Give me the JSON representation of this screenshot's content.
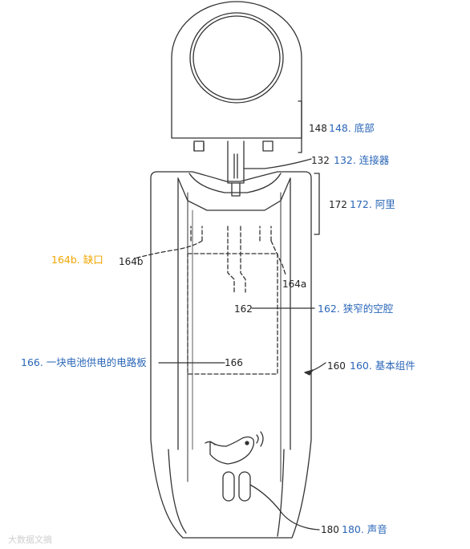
{
  "colors": {
    "label_blue": "#2a66b8",
    "label_orange": "#f0a500",
    "line": "#333333",
    "watermark": "#d0d0d0"
  },
  "callouts": {
    "c148": {
      "ref": "148",
      "label": "148. 底部"
    },
    "c132": {
      "ref": "132",
      "label": "132. 连接器"
    },
    "c172": {
      "ref": "172",
      "label": "172. 阿里"
    },
    "c164b": {
      "ref": "164b",
      "label": "164b. 缺口"
    },
    "c164a": {
      "ref": "164a"
    },
    "c162": {
      "ref": "162",
      "label": "162. 狭窄的空腔"
    },
    "c166": {
      "ref": "166",
      "label": "166. 一块电池供电的电路板"
    },
    "c160": {
      "ref": "160",
      "label": "160. 基本组件"
    },
    "c180": {
      "ref": "180",
      "label": "180. 声音"
    }
  },
  "watermark": {
    "text": "大数据文摘"
  },
  "icons": {
    "bird": "bird-logo-icon",
    "speaker": "speaker-grille-icon"
  }
}
